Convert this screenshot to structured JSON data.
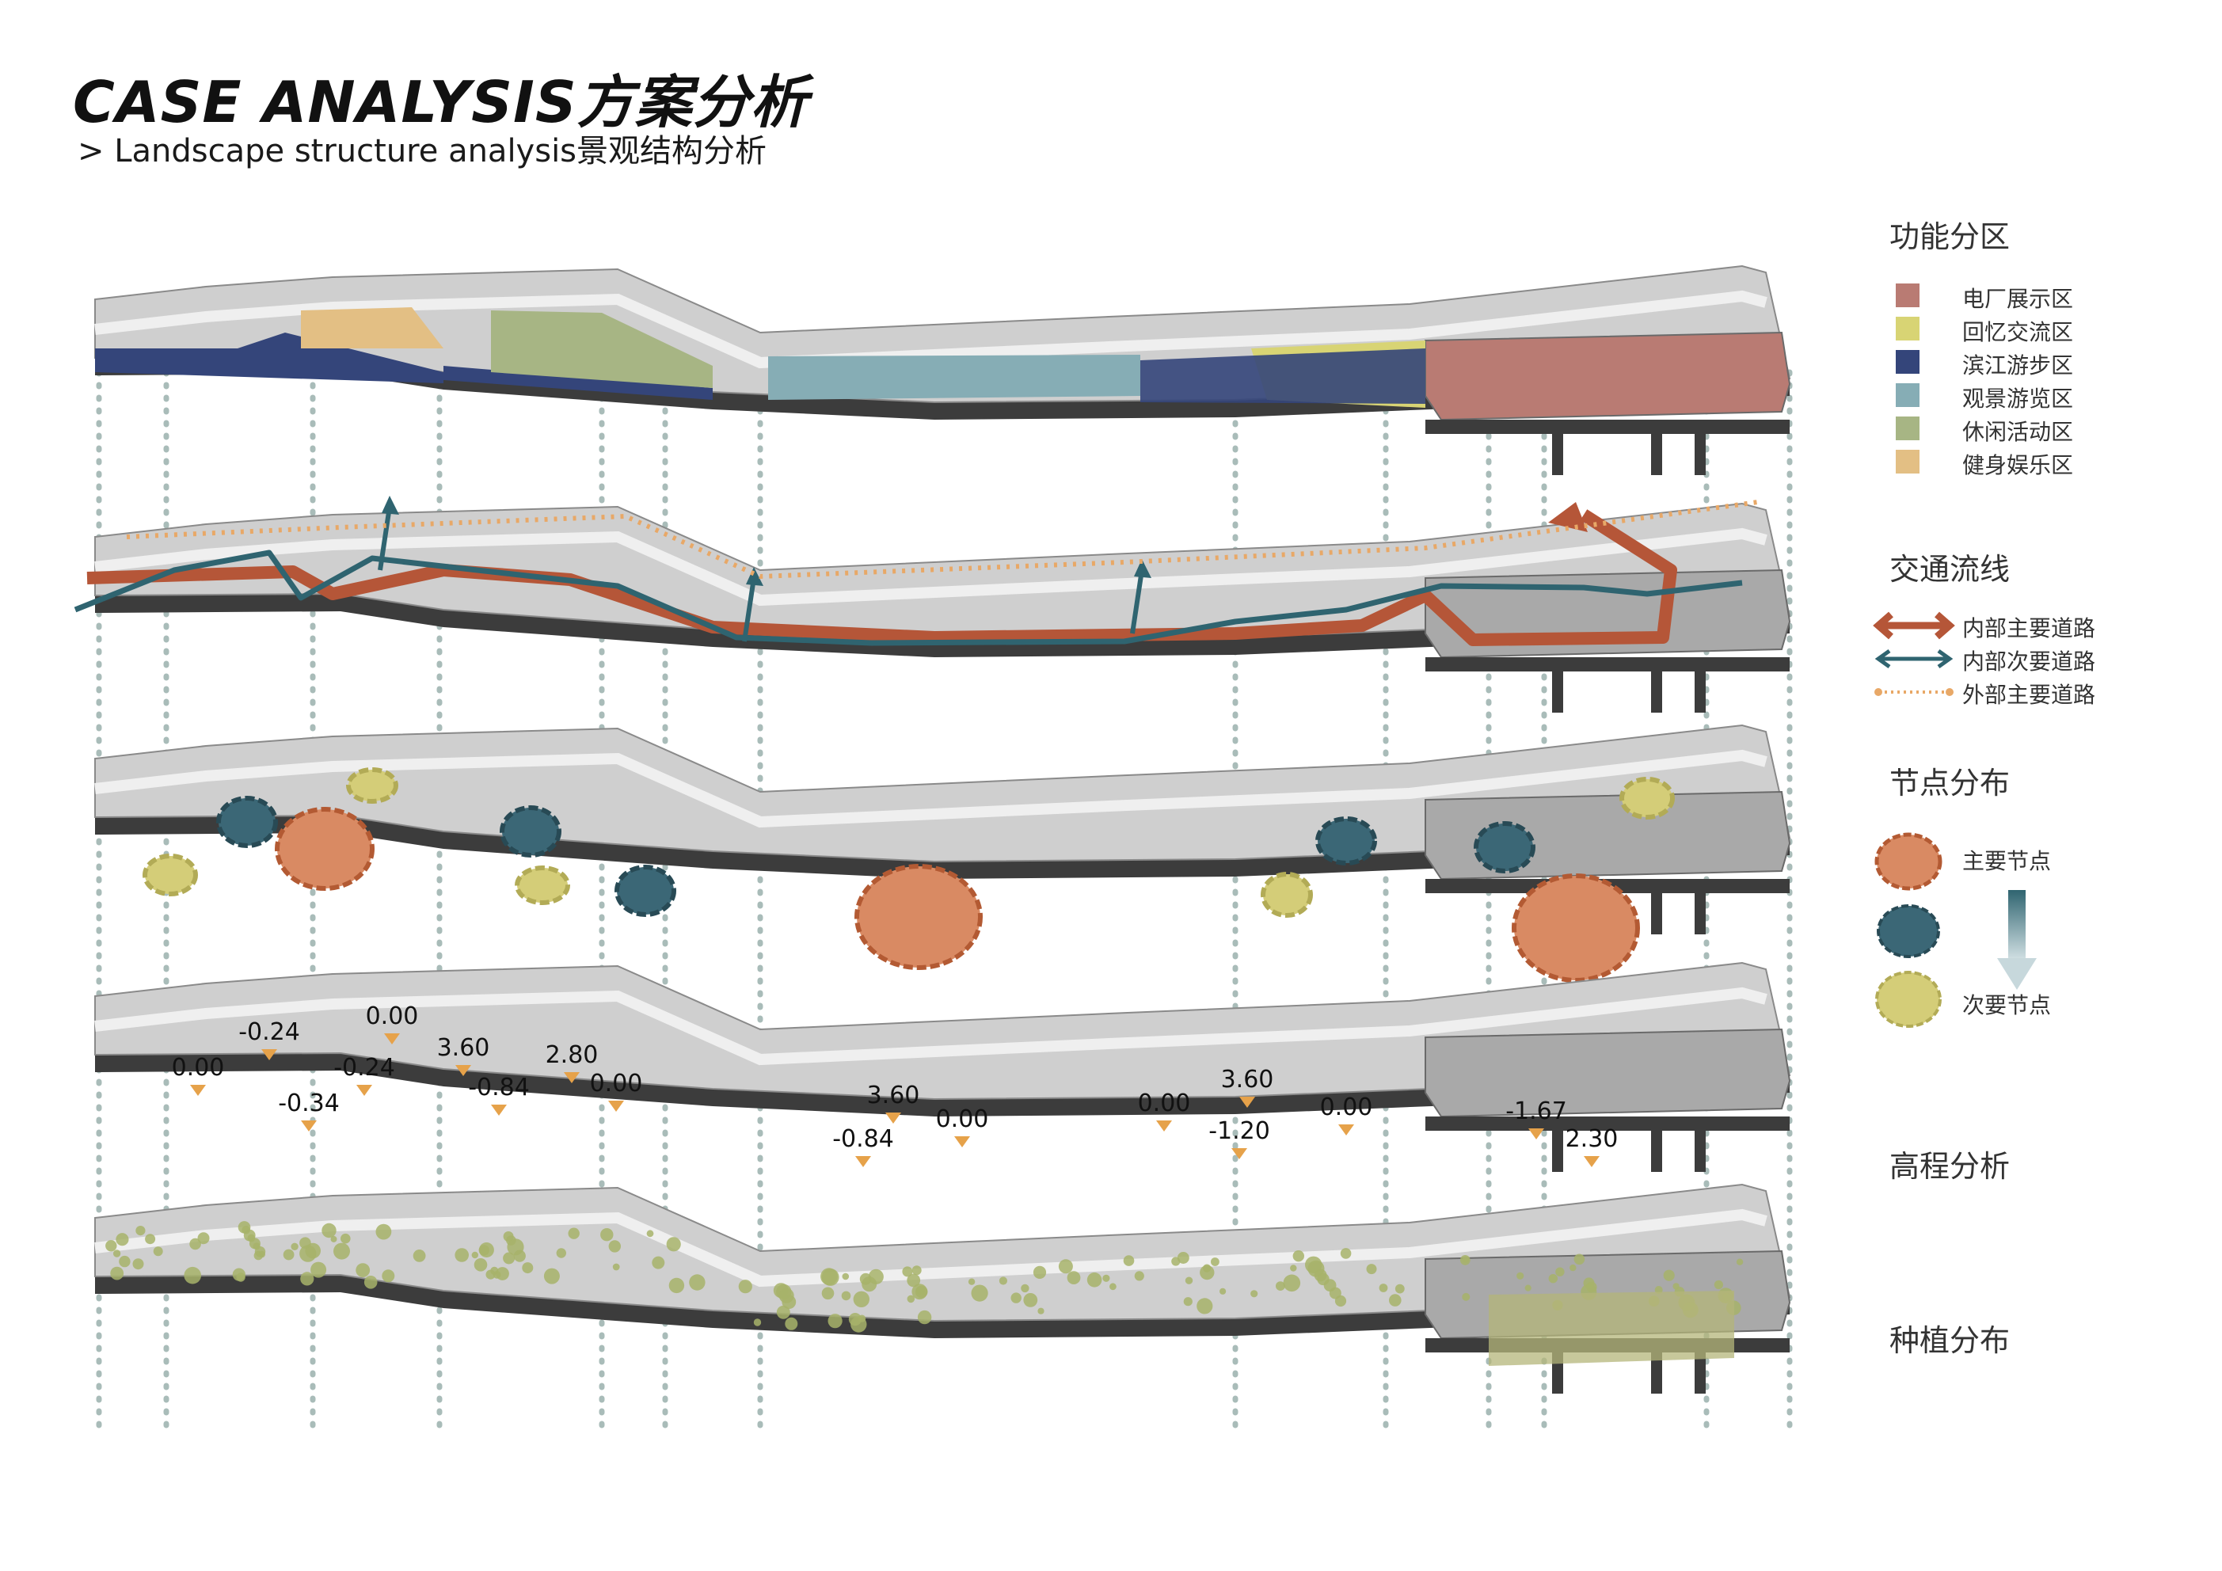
{
  "header": {
    "title": "CASE ANALYSIS方案分析",
    "subtitle": "> Landscape structure analysis景观结构分析"
  },
  "legend": {
    "zones": {
      "heading": "功能分区",
      "items": [
        {
          "label": "电厂展示区",
          "color": "#b97b73"
        },
        {
          "label": "回忆交流区",
          "color": "#d8d474"
        },
        {
          "label": "滨江游步区",
          "color": "#34457a"
        },
        {
          "label": "观景游览区",
          "color": "#86adb5"
        },
        {
          "label": "休闲活动区",
          "color": "#a7b584"
        },
        {
          "label": "健身娱乐区",
          "color": "#e3bf84"
        }
      ]
    },
    "traffic": {
      "heading": "交通流线",
      "items": [
        {
          "label": "内部主要道路",
          "color": "#b55638"
        },
        {
          "label": "内部次要道路",
          "color": "#2f6470"
        },
        {
          "label": "外部主要道路",
          "color": "#e8a867"
        }
      ]
    },
    "nodes": {
      "heading": "节点分布",
      "items": [
        {
          "label": "主要节点",
          "color": "#d98a63"
        },
        {
          "label": "",
          "color": "#3b6776"
        },
        {
          "label": "次要节点",
          "color": "#d4cd78"
        }
      ]
    },
    "elevation": {
      "heading": "高程分析"
    },
    "planting": {
      "heading": "种植分布"
    }
  },
  "elevations": [
    {
      "label": "-0.24"
    },
    {
      "label": "0.00"
    },
    {
      "label": "0.00"
    },
    {
      "label": "-0.24"
    },
    {
      "label": "-0.34"
    },
    {
      "label": "3.60"
    },
    {
      "label": "-0.84"
    },
    {
      "label": "2.80"
    },
    {
      "label": "0.00"
    },
    {
      "label": "3.60"
    },
    {
      "label": "-0.84"
    },
    {
      "label": "0.00"
    },
    {
      "label": "0.00"
    },
    {
      "label": "3.60"
    },
    {
      "label": "-1.20"
    },
    {
      "label": "0.00"
    },
    {
      "label": "-1.67"
    },
    {
      "label": "2.30"
    }
  ],
  "colors": {
    "slab_top": "#cfcfcf",
    "slab_side": "#3c3c3c",
    "connector": "#a9bcb9",
    "plant_green": "#a7b36a"
  }
}
